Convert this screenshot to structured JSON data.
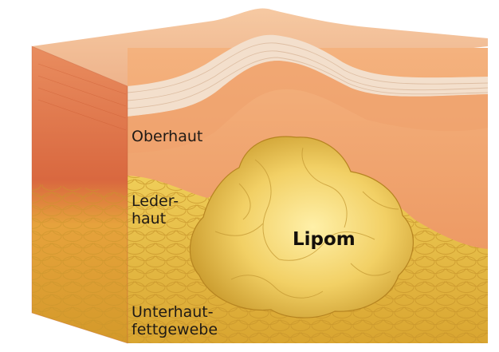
{
  "labels": {
    "epidermis": "Oberhaut",
    "dermis_line1": "Leder-",
    "dermis_line2": "haut",
    "subcutis_line1": "Unterhaut-",
    "subcutis_line2": "fettgewebe",
    "lipoma": "Lipom"
  },
  "colors": {
    "epidermis": "#f1d9c4",
    "dermis": "#ec9a66",
    "fat": "#e7bd3c",
    "lipoma": "#f0cf62",
    "side_face": "#d8704a"
  }
}
